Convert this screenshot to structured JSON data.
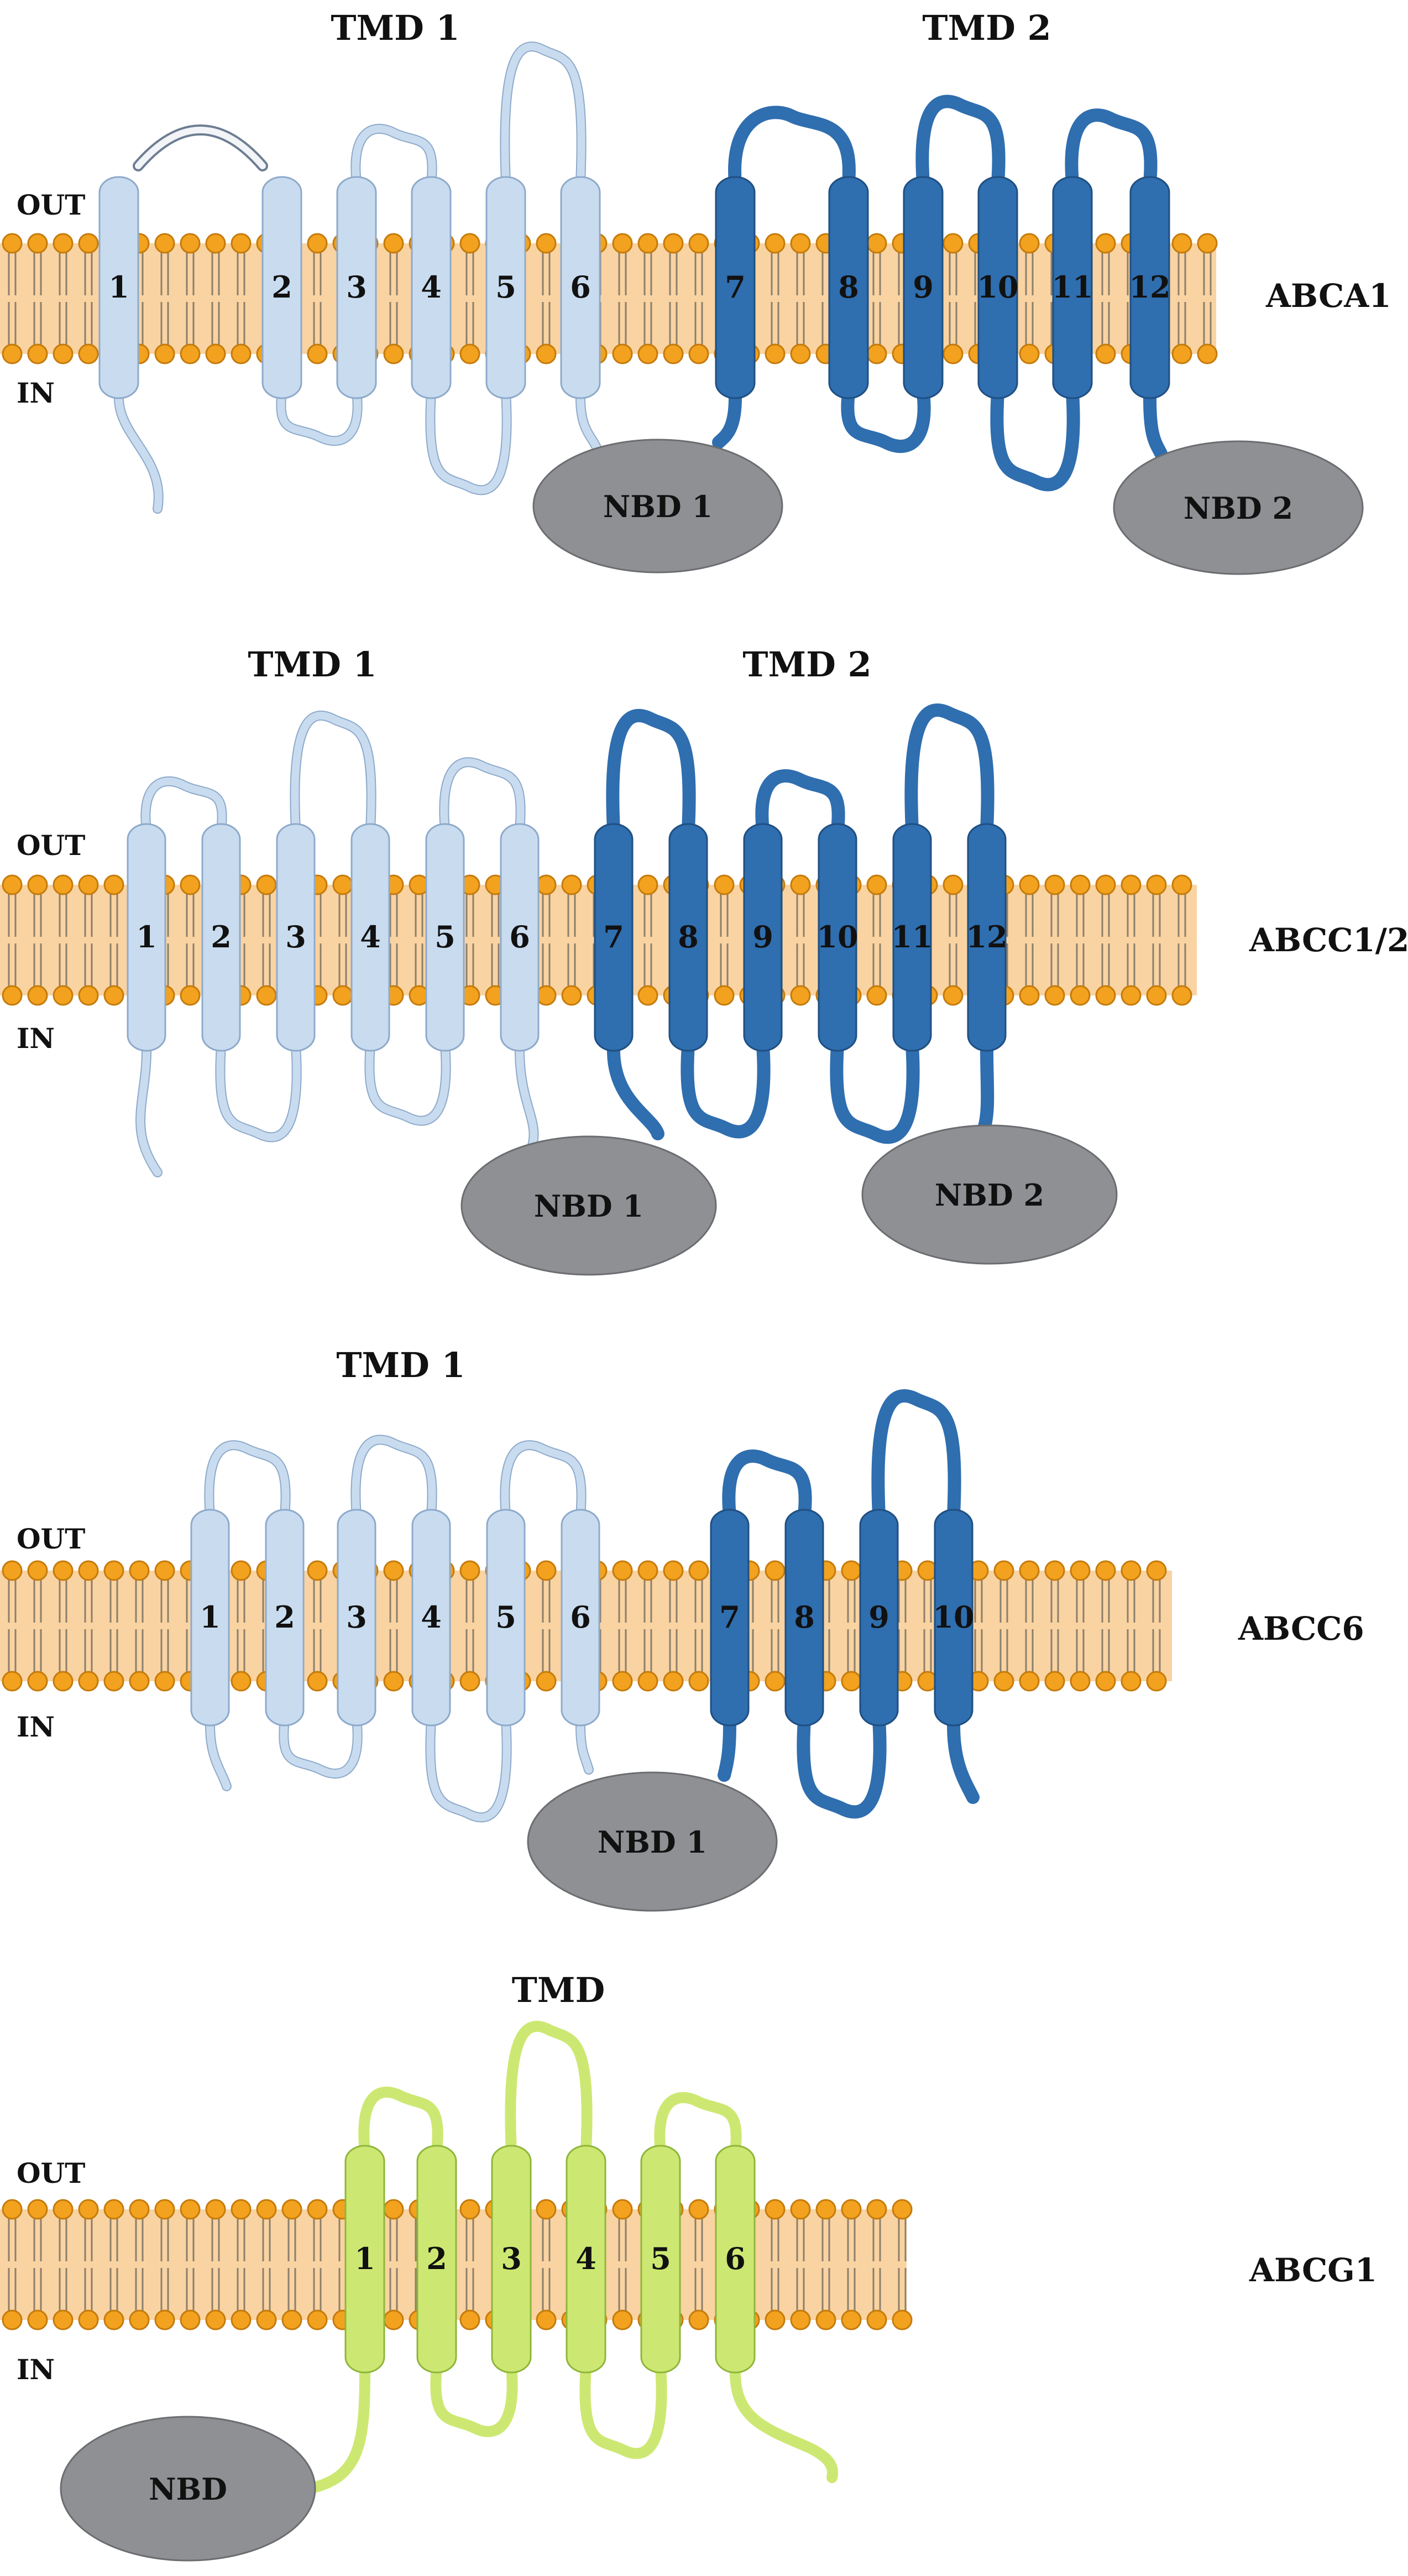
{
  "colors": {
    "membrane_fill": "#F9D3A1",
    "lipid_head": "#F2A21E",
    "lipid_head_stroke": "#C57B0C",
    "tail": "#8C7F6C",
    "helix_light": "#C9DCEF",
    "helix_light_stroke": "#8EAACB",
    "helix_dark": "#2F6EAF",
    "helix_dark_stroke": "#1F4F82",
    "helix_green": "#CDE872",
    "helix_green_stroke": "#8FB63A",
    "nbd": "#8E9093",
    "nbd_stroke": "#6B6D70"
  },
  "panels": [
    {
      "transporter": "ABCA1",
      "out_label": "OUT",
      "in_label": "IN",
      "domains": [
        {
          "label": "TMD 1",
          "style": "light"
        },
        {
          "label": "TMD 2",
          "style": "dark"
        }
      ],
      "helices": [
        {
          "num": "1",
          "style": "light"
        },
        {
          "num": "2",
          "style": "light"
        },
        {
          "num": "3",
          "style": "light"
        },
        {
          "num": "4",
          "style": "light"
        },
        {
          "num": "5",
          "style": "light"
        },
        {
          "num": "6",
          "style": "light"
        },
        {
          "num": "7",
          "style": "dark"
        },
        {
          "num": "8",
          "style": "dark"
        },
        {
          "num": "9",
          "style": "dark"
        },
        {
          "num": "10",
          "style": "dark"
        },
        {
          "num": "11",
          "style": "dark"
        },
        {
          "num": "12",
          "style": "dark"
        }
      ],
      "nbds": [
        "NBD 1",
        "NBD 2"
      ]
    },
    {
      "transporter": "ABCC1/2",
      "out_label": "OUT",
      "in_label": "IN",
      "domains": [
        {
          "label": "TMD 1",
          "style": "light"
        },
        {
          "label": "TMD 2",
          "style": "dark"
        }
      ],
      "helices": [
        {
          "num": "1",
          "style": "light"
        },
        {
          "num": "2",
          "style": "light"
        },
        {
          "num": "3",
          "style": "light"
        },
        {
          "num": "4",
          "style": "light"
        },
        {
          "num": "5",
          "style": "light"
        },
        {
          "num": "6",
          "style": "light"
        },
        {
          "num": "7",
          "style": "dark"
        },
        {
          "num": "8",
          "style": "dark"
        },
        {
          "num": "9",
          "style": "dark"
        },
        {
          "num": "10",
          "style": "dark"
        },
        {
          "num": "11",
          "style": "dark"
        },
        {
          "num": "12",
          "style": "dark"
        }
      ],
      "nbds": [
        "NBD 1",
        "NBD 2"
      ]
    },
    {
      "transporter": "ABCC6",
      "out_label": "OUT",
      "in_label": "IN",
      "domains": [
        {
          "label": "TMD 1",
          "style": "light"
        }
      ],
      "helices": [
        {
          "num": "1",
          "style": "light"
        },
        {
          "num": "2",
          "style": "light"
        },
        {
          "num": "3",
          "style": "light"
        },
        {
          "num": "4",
          "style": "light"
        },
        {
          "num": "5",
          "style": "light"
        },
        {
          "num": "6",
          "style": "light"
        },
        {
          "num": "7",
          "style": "dark"
        },
        {
          "num": "8",
          "style": "dark"
        },
        {
          "num": "9",
          "style": "dark"
        },
        {
          "num": "10",
          "style": "dark"
        }
      ],
      "nbds": [
        "NBD 1"
      ]
    },
    {
      "transporter": "ABCG1",
      "out_label": "OUT",
      "in_label": "IN",
      "domains": [
        {
          "label": "TMD",
          "style": "green"
        }
      ],
      "helices": [
        {
          "num": "1",
          "style": "green"
        },
        {
          "num": "2",
          "style": "green"
        },
        {
          "num": "3",
          "style": "green"
        },
        {
          "num": "4",
          "style": "green"
        },
        {
          "num": "5",
          "style": "green"
        },
        {
          "num": "6",
          "style": "green"
        }
      ],
      "nbds": [
        "NBD"
      ]
    }
  ]
}
